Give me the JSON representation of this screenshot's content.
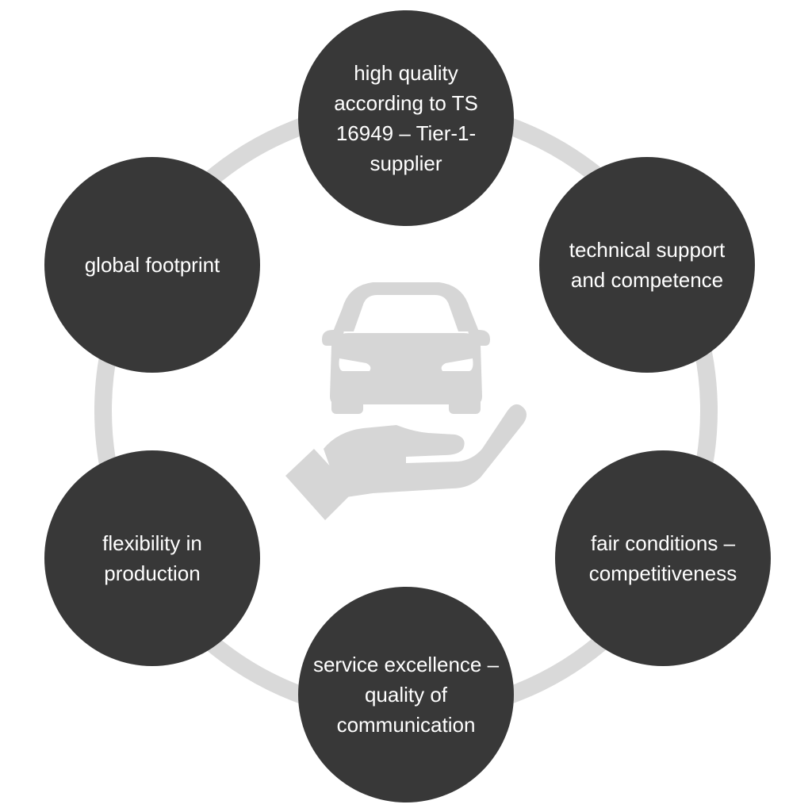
{
  "diagram": {
    "colors": {
      "node_fill": "#383838",
      "node_text": "#ffffff",
      "ring": "#d9d9d9",
      "center_icon": "#d6d6d6"
    },
    "center_icon": "car-in-hand-icon",
    "nodes": {
      "top": "high quality according to TS 16949 – Tier-1-supplier",
      "top_right": "technical support and competence",
      "bottom_right": "fair conditions – competitiveness",
      "bottom": "service excellence – quality of communication",
      "bottom_left": "flexibility in production",
      "top_left": "global footprint"
    }
  }
}
